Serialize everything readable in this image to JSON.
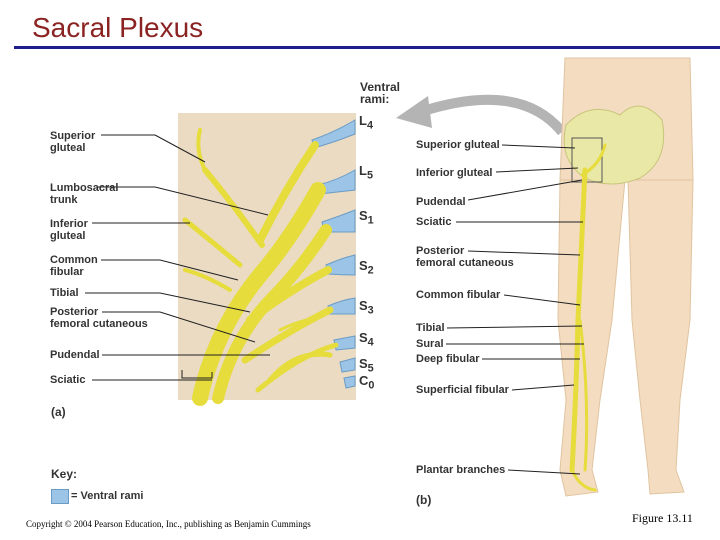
{
  "title": "Sacral Plexus",
  "ventral_rami_heading": [
    "Ventral",
    "rami:"
  ],
  "roots": [
    {
      "base": "L",
      "sub": "4"
    },
    {
      "base": "L",
      "sub": "5"
    },
    {
      "base": "S",
      "sub": "1"
    },
    {
      "base": "S",
      "sub": "2"
    },
    {
      "base": "S",
      "sub": "3"
    },
    {
      "base": "S",
      "sub": "4"
    },
    {
      "base": "S",
      "sub": "5"
    },
    {
      "base": "C",
      "sub": "0"
    }
  ],
  "left_labels": [
    [
      "Superior",
      "gluteal"
    ],
    [
      "Lumbosacral",
      "trunk"
    ],
    [
      "Inferior",
      "gluteal"
    ],
    [
      "Common",
      "fibular"
    ],
    [
      "Tibial"
    ],
    [
      "Posterior",
      "femoral cutaneous"
    ],
    [
      "Pudendal"
    ],
    [
      "Sciatic"
    ]
  ],
  "right_labels": [
    [
      "Superior gluteal"
    ],
    [
      "Inferior gluteal"
    ],
    [
      "Pudendal"
    ],
    [
      "Sciatic"
    ],
    [
      "Posterior",
      "femoral cutaneous"
    ],
    [
      "Common fibular"
    ],
    [
      "Tibial"
    ],
    [
      "Sural"
    ],
    [
      "Deep fibular"
    ],
    [
      "Superficial fibular"
    ],
    [
      "Plantar branches"
    ]
  ],
  "panel_a_label": "(a)",
  "panel_b_label": "(b)",
  "key": {
    "title": "Key:",
    "item": "= Ventral rami",
    "color": "#9bc4e6"
  },
  "copyright": "Copyright © 2004 Pearson Education, Inc., publishing as Benjamin Cummings",
  "figure": "Figure 13.11",
  "colors": {
    "title": "#8b2323",
    "rule": "#1e1e8c",
    "nerve": "#e6dc3c",
    "panel_bg": "#eadbc2",
    "skin": "#f3dcc0"
  }
}
